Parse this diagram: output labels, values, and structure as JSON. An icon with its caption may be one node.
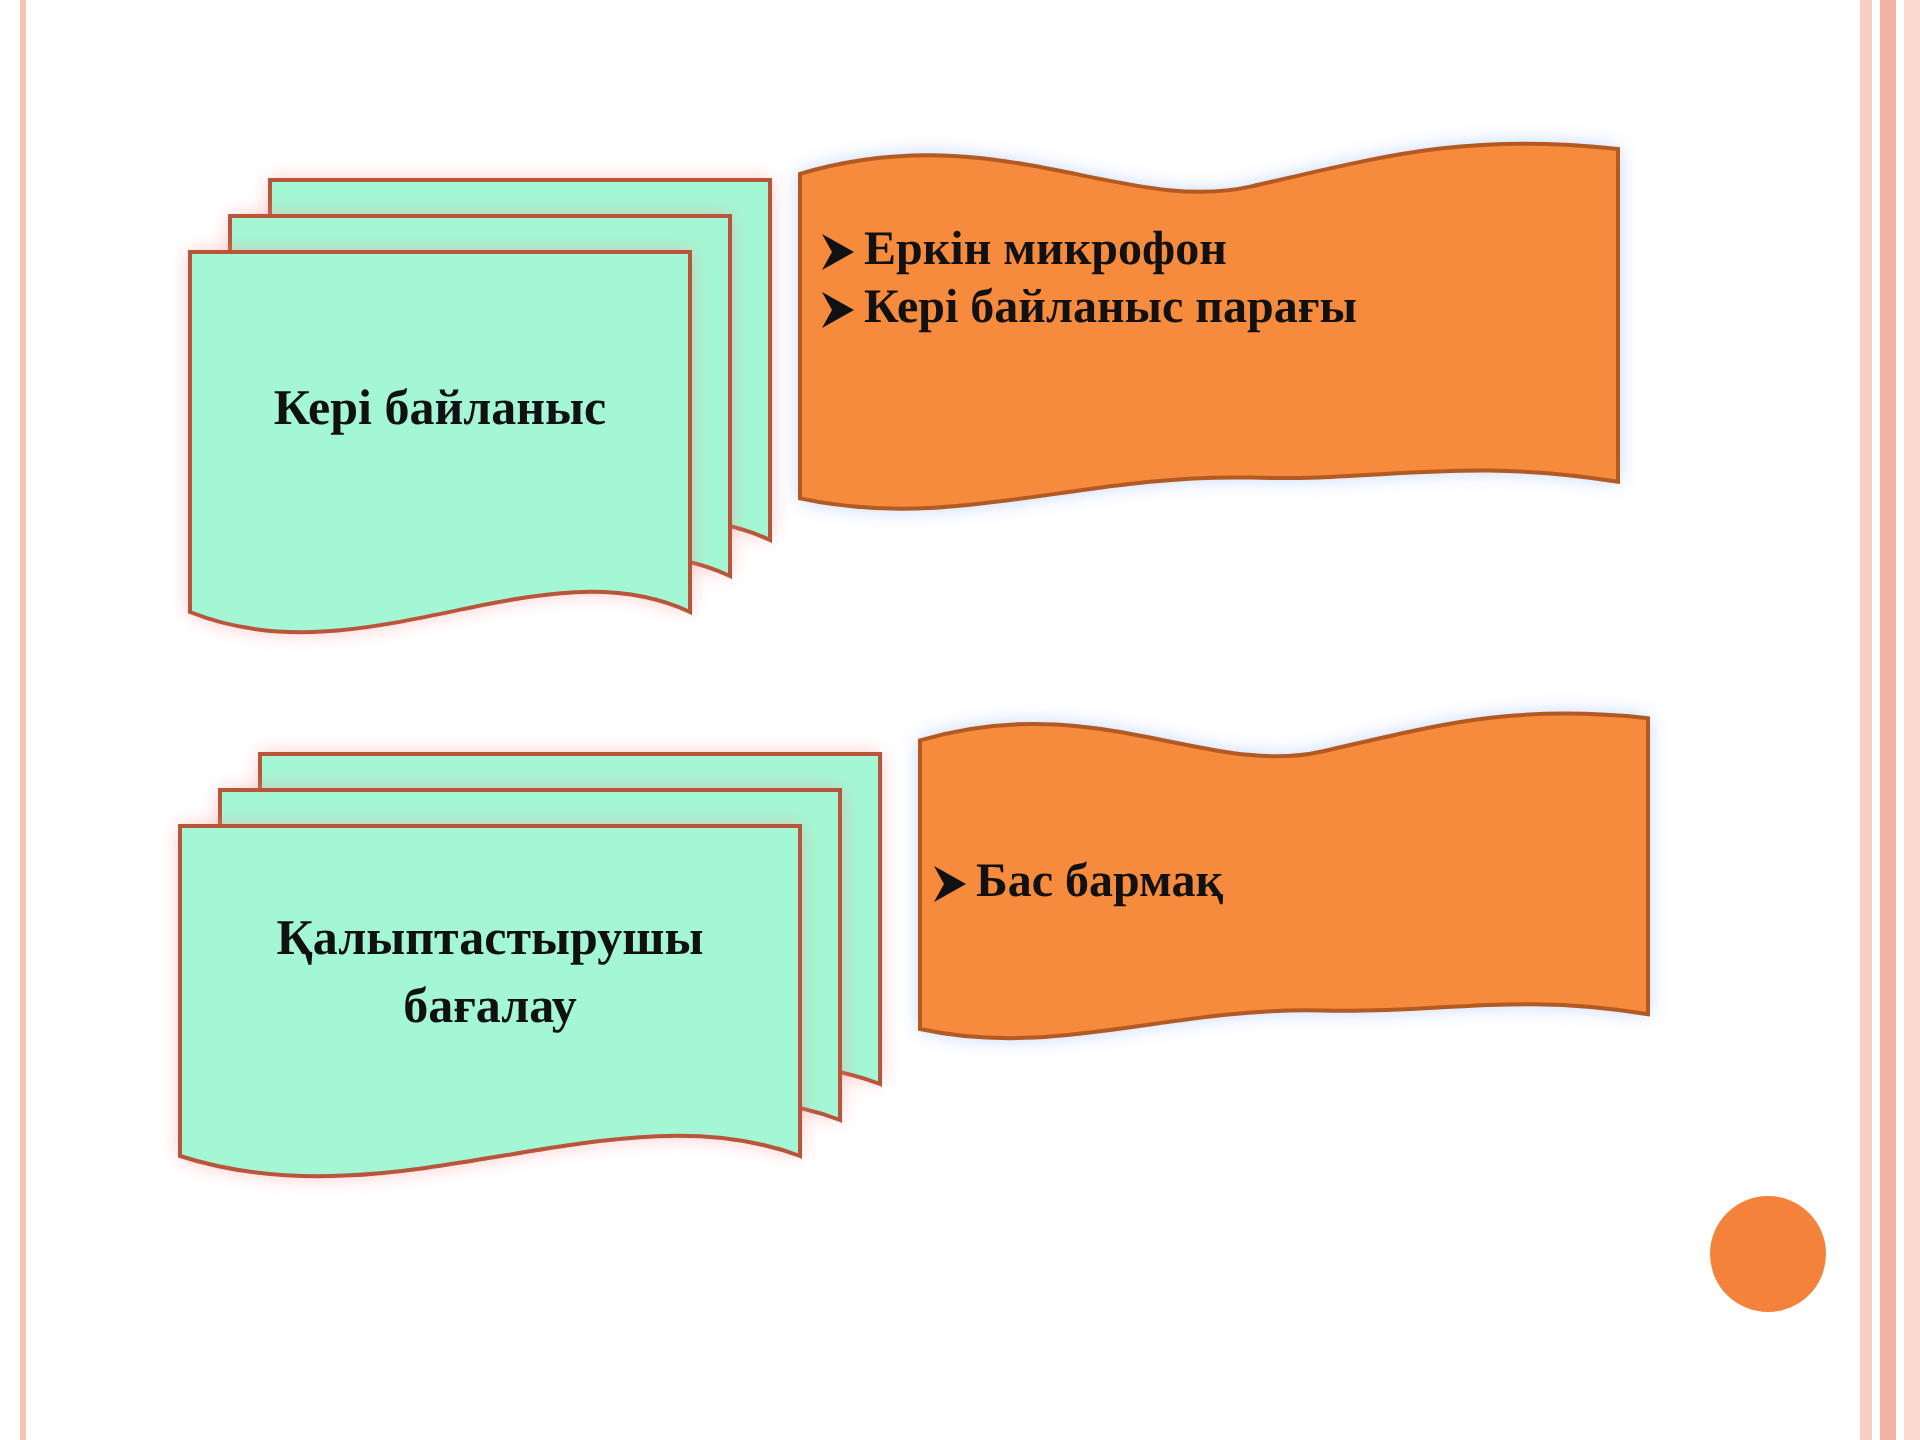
{
  "diagram": {
    "nodes": [
      {
        "text": [
          "Кері байланыс"
        ]
      },
      {
        "text": [
          "Еркін микрофон",
          "Кері байланыс парағы"
        ]
      },
      {
        "text": [
          "Қалыптастырушы бағалау"
        ]
      },
      {
        "text": [
          "Бас бармақ"
        ]
      }
    ]
  }
}
